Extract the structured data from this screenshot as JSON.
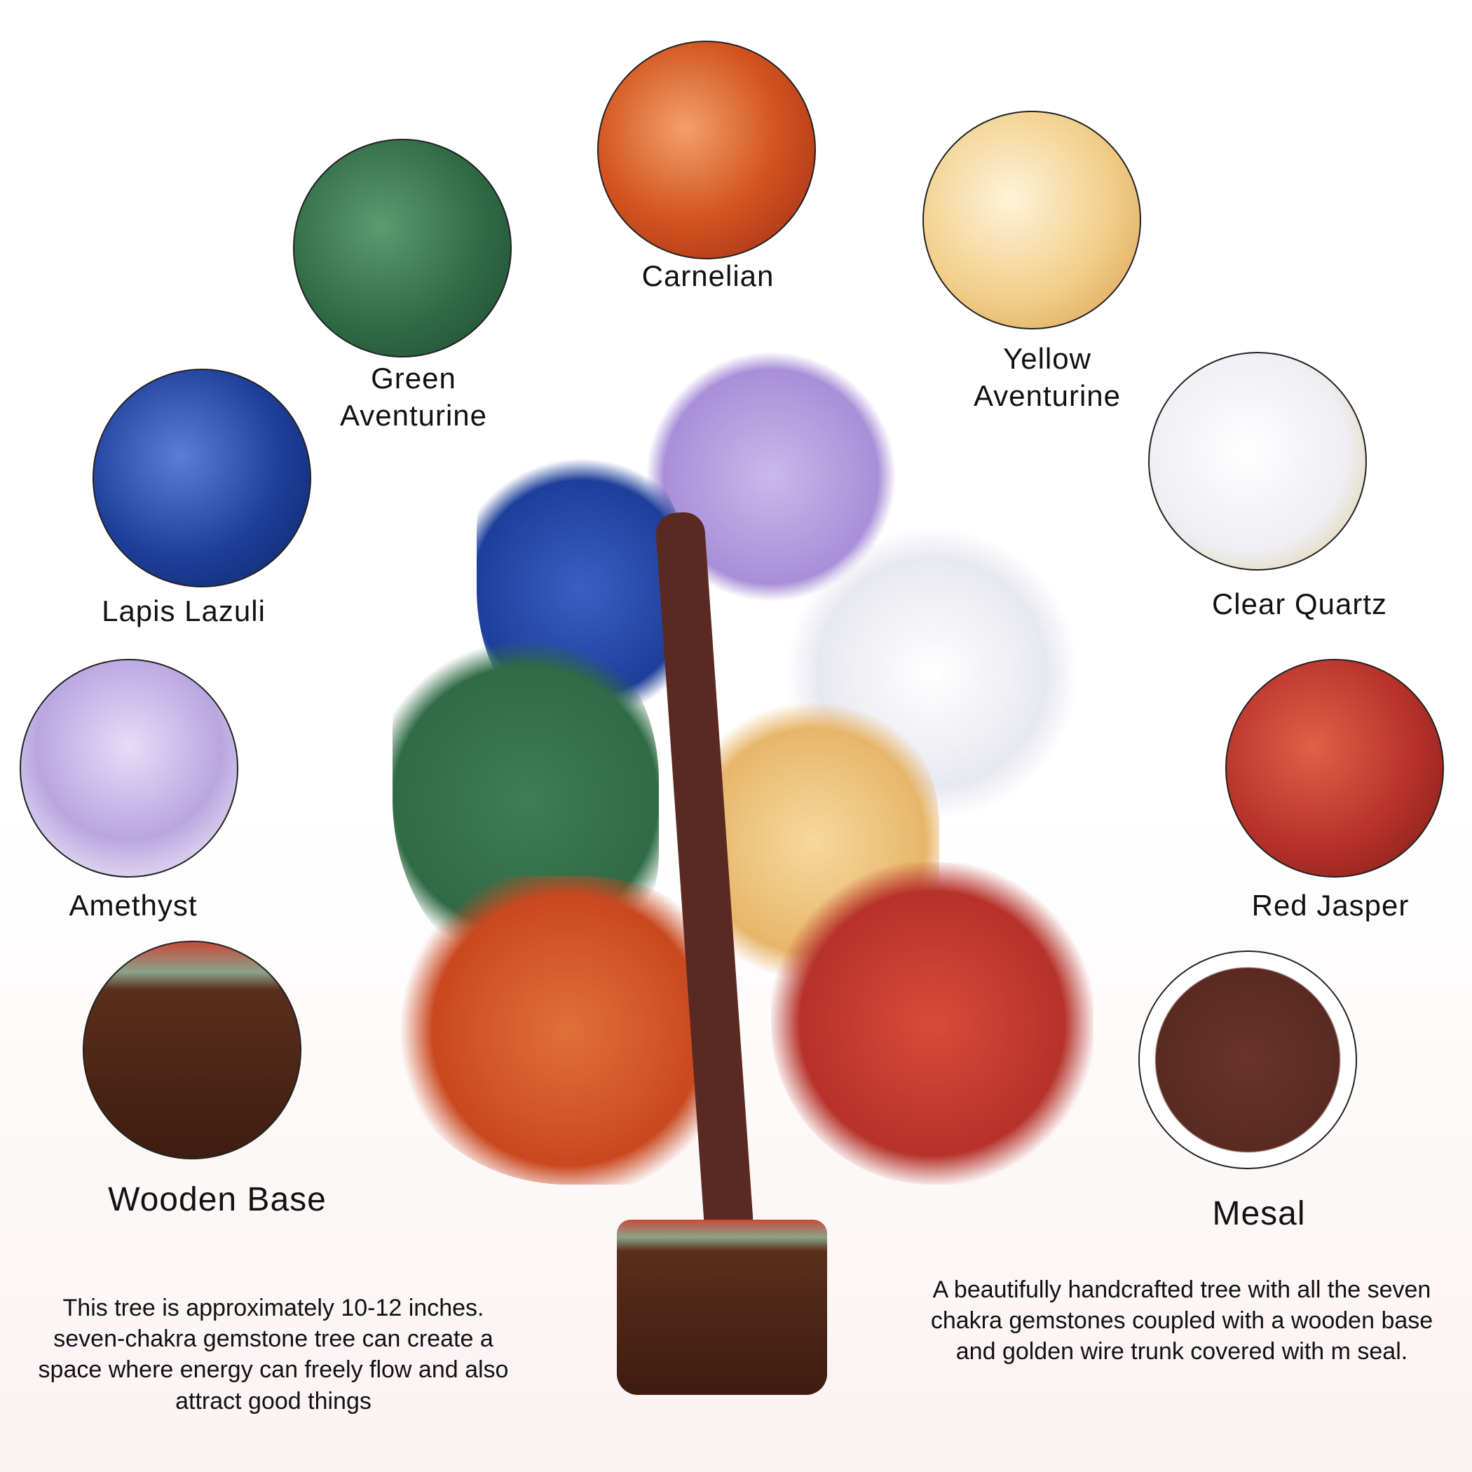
{
  "labels": {
    "carnelian": "Carnelian",
    "green_aventurine": "Green\nAventurine",
    "yellow_aventurine": "Yellow\nAventurine",
    "lapis_lazuli": "Lapis Lazuli",
    "clear_quartz": "Clear Quartz",
    "amethyst": "Amethyst",
    "red_jasper": "Red Jasper",
    "wooden_base": "Wooden Base",
    "mesal": "Mesal"
  },
  "descriptions": {
    "left": "This tree is approximately 10-12 inches.  seven-chakra gemstone tree can create a space where energy can freely flow and also attract good things",
    "right": "A beautifully handcrafted tree with all the seven chakra gemstones coupled with a wooden base and golden wire trunk covered with m seal."
  },
  "colors": {
    "carnelian": "#d2541f",
    "green_aventurine": "#2f6b45",
    "yellow_aventurine": "#f1cf8a",
    "lapis_lazuli": "#1d3f9a",
    "clear_quartz": "#eeeef4",
    "amethyst": "#b9a6e0",
    "red_jasper": "#b6322a",
    "wooden_base": "#5a2e1c",
    "mesal": "#5a2a22",
    "wire": "#d8b22a"
  }
}
